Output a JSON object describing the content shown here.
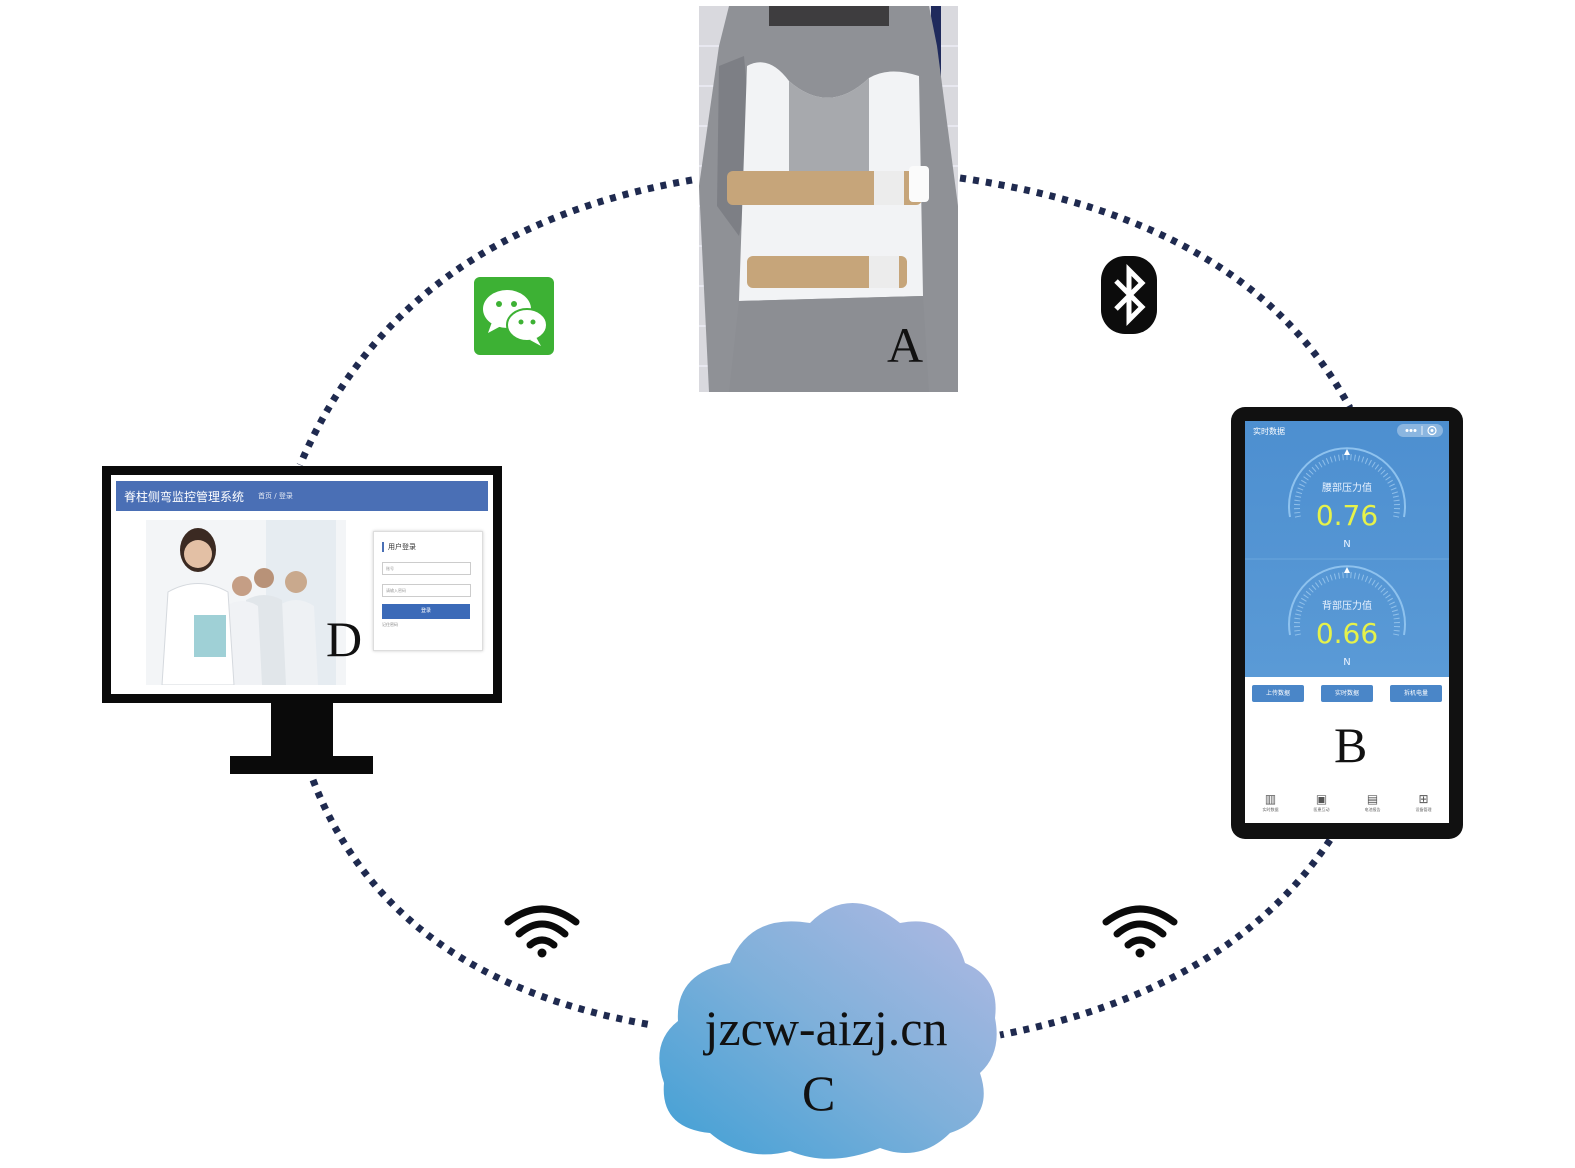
{
  "labels": {
    "a": "A",
    "b": "B",
    "c": "C",
    "d": "D"
  },
  "cloud": {
    "domain": "jzcw-aizj.cn"
  },
  "icons": {
    "wechat": "wechat-icon",
    "bluetooth": "bluetooth-icon",
    "wifi_left": "wifi-icon",
    "wifi_right": "wifi-icon"
  },
  "monitor": {
    "title": "脊柱侧弯监控管理系统",
    "breadcrumb": "首页 / 登录",
    "login_title": "用户登录",
    "username_placeholder": "账号",
    "password_placeholder": "请输入密码",
    "login_button": "登录",
    "remember": "记住密码"
  },
  "phone": {
    "status_title": "实时数据",
    "gauge_top_label": "腰部压力值",
    "gauge_top_value": "0.76",
    "gauge_top_unit": "N",
    "gauge_bottom_label": "背部压力值",
    "gauge_bottom_value": "0.66",
    "gauge_bottom_unit": "N",
    "buttons": [
      "上传数据",
      "实时数据",
      "拆机电量"
    ],
    "nav": [
      "实时数据",
      "医患互动",
      "电池报告",
      "设备管理"
    ]
  },
  "colors": {
    "connector": "#1f2a4f",
    "wechat_green": "#3db134",
    "screen_blue": "#4a6fb5",
    "phone_blue": "#4d8fd0",
    "gauge_value": "#e6f24a",
    "cloud_top": "#a9b7de",
    "cloud_bottom": "#4ea6d6"
  }
}
